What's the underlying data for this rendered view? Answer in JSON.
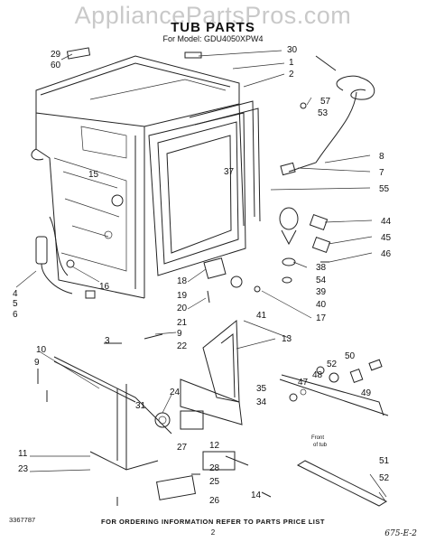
{
  "watermark": "AppliancePartsPros.com",
  "header": {
    "title": "TUB PARTS",
    "model": "For Model: GDU4050XPW4"
  },
  "callouts": [
    {
      "id": "c29",
      "label": "29"
    },
    {
      "id": "c60",
      "label": "60"
    },
    {
      "id": "c30",
      "label": "30"
    },
    {
      "id": "c1",
      "label": "1"
    },
    {
      "id": "c2",
      "label": "2"
    },
    {
      "id": "c57",
      "label": "57"
    },
    {
      "id": "c53",
      "label": "53"
    },
    {
      "id": "c8",
      "label": "8"
    },
    {
      "id": "c7",
      "label": "7"
    },
    {
      "id": "c55",
      "label": "55"
    },
    {
      "id": "c37",
      "label": "37"
    },
    {
      "id": "c15",
      "label": "15"
    },
    {
      "id": "c44",
      "label": "44"
    },
    {
      "id": "c45",
      "label": "45"
    },
    {
      "id": "c46",
      "label": "46"
    },
    {
      "id": "c38",
      "label": "38"
    },
    {
      "id": "c54",
      "label": "54"
    },
    {
      "id": "c39",
      "label": "39"
    },
    {
      "id": "c40",
      "label": "40"
    },
    {
      "id": "c17",
      "label": "17"
    },
    {
      "id": "c4",
      "label": "4"
    },
    {
      "id": "c5",
      "label": "5"
    },
    {
      "id": "c6",
      "label": "6"
    },
    {
      "id": "c16",
      "label": "16"
    },
    {
      "id": "c18",
      "label": "18"
    },
    {
      "id": "c19",
      "label": "19"
    },
    {
      "id": "c20",
      "label": "20"
    },
    {
      "id": "c21",
      "label": "21"
    },
    {
      "id": "c41",
      "label": "41"
    },
    {
      "id": "c9a",
      "label": "9"
    },
    {
      "id": "c22",
      "label": "22"
    },
    {
      "id": "c13",
      "label": "13"
    },
    {
      "id": "c10",
      "label": "10"
    },
    {
      "id": "c3",
      "label": "3"
    },
    {
      "id": "c9b",
      "label": "9"
    },
    {
      "id": "c50",
      "label": "50"
    },
    {
      "id": "c52a",
      "label": "52"
    },
    {
      "id": "c48",
      "label": "48"
    },
    {
      "id": "c47",
      "label": "47"
    },
    {
      "id": "c49",
      "label": "49"
    },
    {
      "id": "c35",
      "label": "35"
    },
    {
      "id": "c34",
      "label": "34"
    },
    {
      "id": "c24",
      "label": "24"
    },
    {
      "id": "c31",
      "label": "31"
    },
    {
      "id": "c27",
      "label": "27"
    },
    {
      "id": "c12",
      "label": "12"
    },
    {
      "id": "c11",
      "label": "11"
    },
    {
      "id": "c23",
      "label": "23"
    },
    {
      "id": "c28",
      "label": "28"
    },
    {
      "id": "c25",
      "label": "25"
    },
    {
      "id": "c26",
      "label": "26"
    },
    {
      "id": "c14",
      "label": "14"
    },
    {
      "id": "c51",
      "label": "51"
    },
    {
      "id": "c52b",
      "label": "52"
    }
  ],
  "notes": {
    "front_of_tub_1": "Front",
    "front_of_tub_2": "of tub"
  },
  "footer": {
    "ordering": "FOR ORDERING INFORMATION REFER TO PARTS PRICE LIST",
    "code": "3367787",
    "page": "2",
    "handwritten": "675-E-2"
  }
}
